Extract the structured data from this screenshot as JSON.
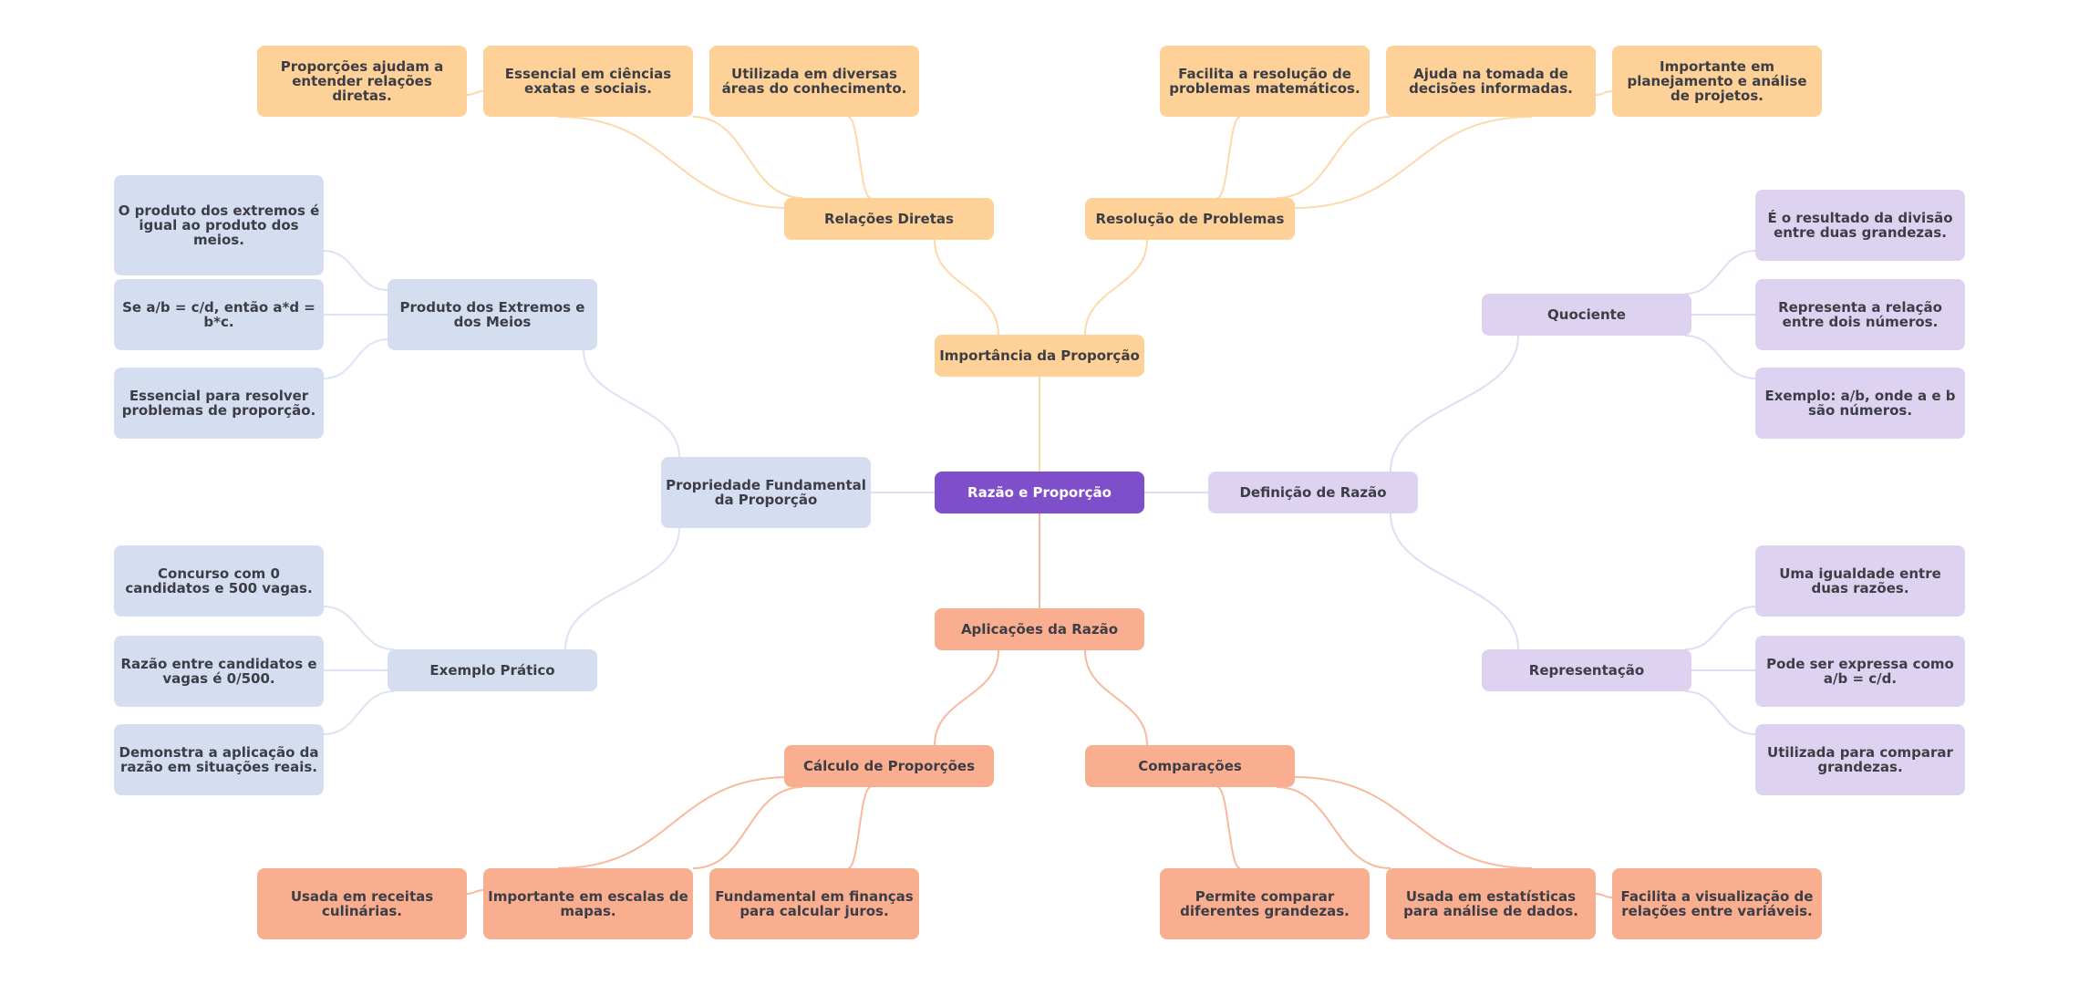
{
  "mindmap": {
    "root": {
      "label": "Razão e Proporção",
      "color": "#7f4fcb"
    },
    "branches": {
      "importancia": {
        "label": "Importância da Proporção",
        "color": "#fdd197",
        "children": {
          "relacoes": {
            "label": "Relações Diretas",
            "leaves": [
              "Proporções ajudam a entender relações diretas.",
              "Essencial em ciências exatas e sociais.",
              "Utilizada em diversas áreas do conhecimento."
            ]
          },
          "resolucao": {
            "label": "Resolução de Problemas",
            "leaves": [
              "Facilita a resolução de problemas matemáticos.",
              "Ajuda na tomada de decisões informadas.",
              "Importante em planejamento e análise de projetos."
            ]
          }
        }
      },
      "aplicacoes": {
        "label": "Aplicações da Razão",
        "color": "#f9ae90",
        "children": {
          "calculo": {
            "label": "Cálculo de Proporções",
            "leaves": [
              "Usada em receitas culinárias.",
              "Importante em escalas de mapas.",
              "Fundamental em finanças para calcular juros."
            ]
          },
          "comparacoes": {
            "label": "Comparações",
            "leaves": [
              "Permite comparar diferentes grandezas.",
              "Usada em estatísticas para análise de dados.",
              "Facilita a visualização de relações entre variáveis."
            ]
          }
        }
      },
      "propriedade": {
        "label": "Propriedade Fundamental da Proporção",
        "color": "#d5ddf1",
        "children": {
          "produto": {
            "label": "Produto dos Extremos e dos Meios",
            "leaves": [
              "O produto dos extremos é igual ao produto dos meios.",
              "Se a/b = c/d, então a*d = b*c.",
              "Essencial para resolver problemas de proporção."
            ]
          },
          "exemplo": {
            "label": "Exemplo Prático",
            "leaves": [
              "Concurso com 0 candidatos e 500 vagas.",
              "Razão entre candidatos e vagas é 0/500.",
              "Demonstra a aplicação da razão em situações reais."
            ]
          }
        }
      },
      "definicao": {
        "label": "Definição de Razão",
        "color": "#ddd3f1",
        "children": {
          "quociente": {
            "label": "Quociente",
            "leaves": [
              "É o resultado da divisão entre duas grandezas.",
              "Representa a relação entre dois números.",
              "Exemplo: a/b, onde a e b são números."
            ]
          },
          "representacao": {
            "label": "Representação",
            "leaves": [
              "Uma igualdade entre duas razões.",
              "Pode ser expressa como a/b = c/d.",
              "Utilizada para comparar grandezas."
            ]
          }
        }
      }
    },
    "edge_colors": {
      "importancia": "#fdd8a8",
      "aplicacoes": "#f9b89d",
      "propriedade": "#dde3f3",
      "definicao": "#e3dbf4"
    }
  }
}
